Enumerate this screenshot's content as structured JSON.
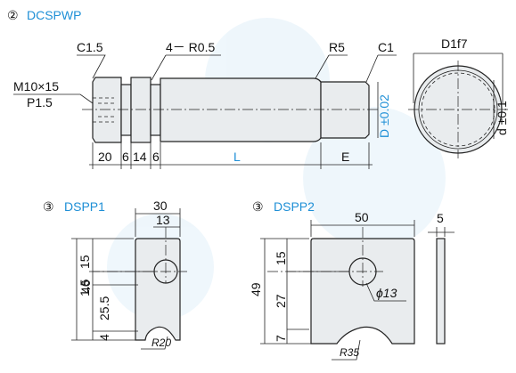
{
  "sections": [
    {
      "number": "②",
      "name": "DCSPWP"
    },
    {
      "number": "③",
      "name": "DSPP1"
    },
    {
      "number": "③",
      "name": "DSPP2"
    }
  ],
  "dcspwp": {
    "c15": "C1.5",
    "r05": "4－ R0.5",
    "r5": "R5",
    "c1": "C1",
    "thread": "M10×15",
    "pitch": "P1.5",
    "d_tol": "D ±0.02",
    "d1f7": "D1f7",
    "d_tol2": "d ±0.1",
    "dims": [
      "20",
      "6",
      "14",
      "6"
    ],
    "L": "L",
    "E": "E"
  },
  "dspp1": {
    "w30": "30",
    "w13": "13",
    "h46": "46",
    "h15": "15",
    "h1_5": "1.5",
    "h25_5": "25.5",
    "h4": "4",
    "r20": "R20"
  },
  "dspp2": {
    "w50": "50",
    "w5": "5",
    "h49": "49",
    "h15": "15",
    "h27": "27",
    "h7": "7",
    "phi13": "ϕ13",
    "r35": "R35"
  },
  "colors": {
    "accent": "#1e8fd6",
    "part_fill": "#e9ecee",
    "line": "#222222"
  }
}
